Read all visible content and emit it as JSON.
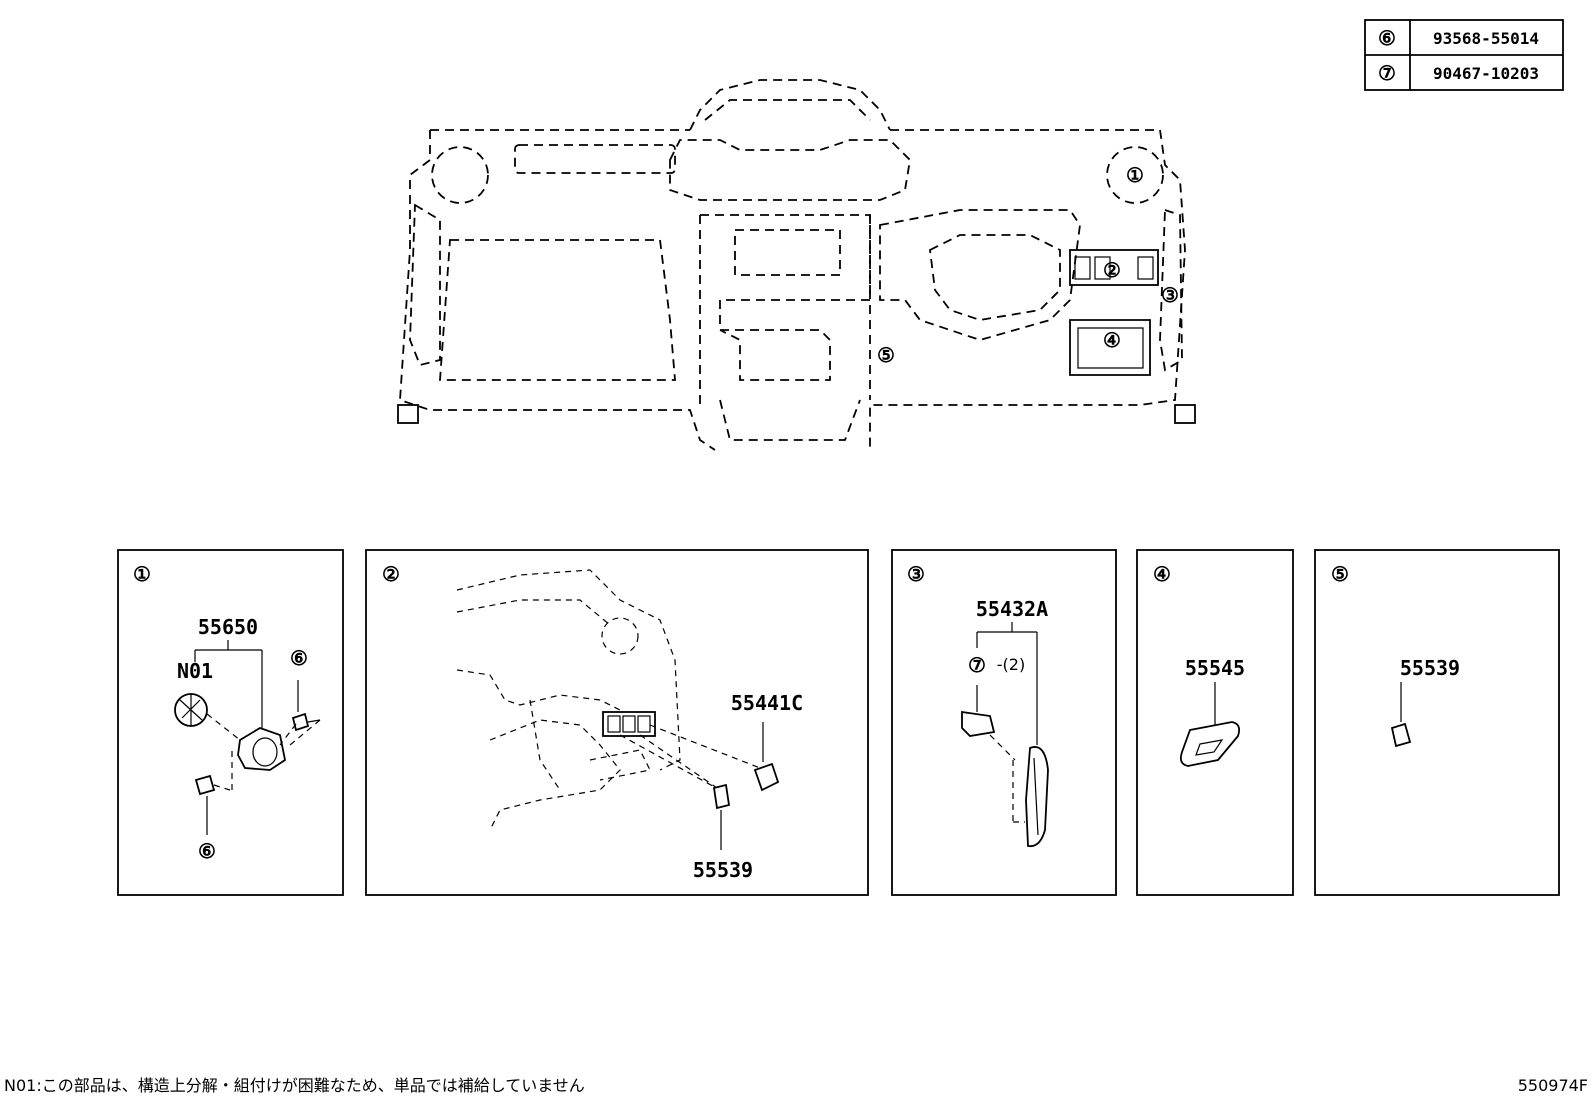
{
  "fastener_table": [
    {
      "ref": "⑥",
      "part_no": "93568-55014"
    },
    {
      "ref": "⑦",
      "part_no": "90467-10203"
    }
  ],
  "overview_callouts": [
    "①",
    "②",
    "③",
    "④",
    "⑤"
  ],
  "panels": [
    {
      "ref": "①",
      "labels": {
        "main": "55650",
        "note": "N01",
        "fastener_a": "⑥",
        "fastener_b": "⑥"
      }
    },
    {
      "ref": "②",
      "labels": {
        "part_a": "55441C",
        "part_b": "55539"
      }
    },
    {
      "ref": "③",
      "labels": {
        "main": "55432A",
        "fastener": "⑦",
        "qty": "-(2)"
      }
    },
    {
      "ref": "④",
      "labels": {
        "main": "55545"
      }
    },
    {
      "ref": "⑤",
      "labels": {
        "main": "55539"
      }
    }
  ],
  "footnote": "N01:この部品は、構造上分解・組付けが困難なため、単品では補給していません",
  "figure_id": "550974F"
}
